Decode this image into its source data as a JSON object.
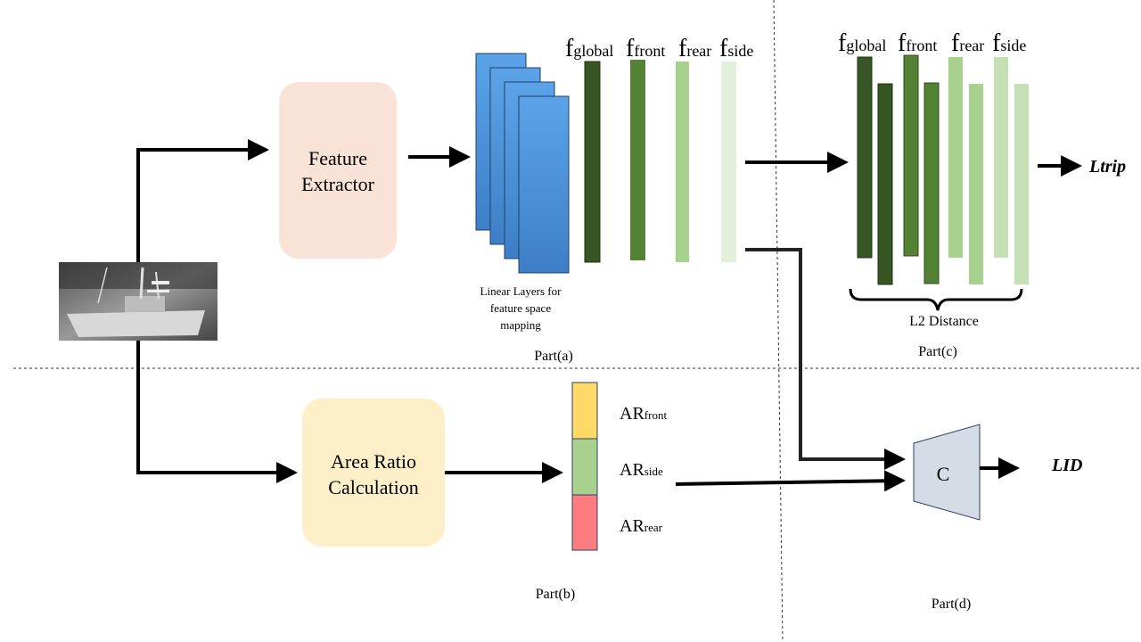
{
  "part_a": {
    "feature_extractor_line1": "Feature",
    "feature_extractor_line2": "Extractor",
    "linear_caption_line1": "Linear Layers for",
    "linear_caption_line2": "feature space",
    "linear_caption_line3": "mapping",
    "features": [
      {
        "base": "f",
        "sub": "global"
      },
      {
        "base": "f",
        "sub": "front"
      },
      {
        "base": "f",
        "sub": "rear"
      },
      {
        "base": "f",
        "sub": "side"
      }
    ],
    "label": "Part(a)"
  },
  "part_b": {
    "area_ratio_line1": "Area Ratio",
    "area_ratio_line2": "Calculation",
    "ratios": [
      {
        "base": "AR",
        "sub": "front"
      },
      {
        "base": "AR",
        "sub": "side"
      },
      {
        "base": "AR",
        "sub": "rear"
      }
    ],
    "label": "Part(b)"
  },
  "part_c": {
    "features": [
      {
        "base": "f",
        "sub": "global"
      },
      {
        "base": "f",
        "sub": "front"
      },
      {
        "base": "f",
        "sub": "rear"
      },
      {
        "base": "f",
        "sub": "side"
      }
    ],
    "brace_label": "L2 Distance",
    "loss": "Ltrip",
    "label": "Part(c)"
  },
  "part_d": {
    "classifier": "C",
    "loss": "LID",
    "label": "Part(d)"
  },
  "colors": {
    "feature_box": "#f9e3d6",
    "area_box": "#fdf0c9",
    "layer_blue": "#4a90d9",
    "green_dark": "#375623",
    "green_mid": "#548235",
    "green_light": "#a9d18e",
    "green_pale": "#e2efda",
    "ar_front": "#ffd966",
    "ar_side": "#a9d18e",
    "ar_rear": "#ff7c80",
    "classifier": "#d6dce5"
  }
}
